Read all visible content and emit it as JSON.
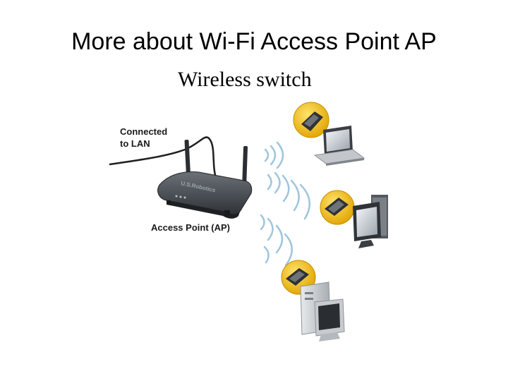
{
  "title": "More about Wi-Fi Access Point AP",
  "subtitle": "Wireless switch",
  "diagram": {
    "lan_label_line1": "Connected",
    "lan_label_line2": "to LAN",
    "ap_label": "Access Point (AP)",
    "router_brand": "U.S.Robotics",
    "colors": {
      "router_body": "#4a4f55",
      "card_badge": "#f2c018",
      "wave": "#9fc6dd",
      "device_gray": "#c9cdd1"
    }
  }
}
